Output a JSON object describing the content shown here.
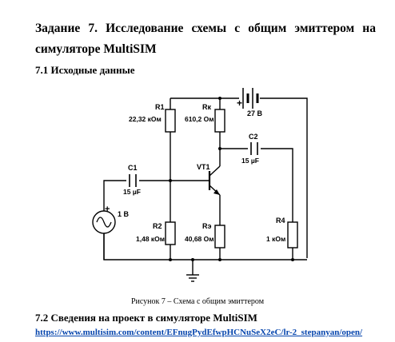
{
  "heading_line1": "Задание 7. Исследование схемы с общим эмиттером на",
  "heading_line2": "симуляторе MultiSIM",
  "section1": "7.1 Исходные данные",
  "circuit": {
    "battery_label": "27 В",
    "battery_plus": "+",
    "r1_name": "R1",
    "r1_value": "22,32 кОм",
    "rk_name": "Rк",
    "rk_value": "610,2 Ом",
    "c2_name": "C2",
    "c2_value": "15 µF",
    "c1_name": "C1",
    "c1_value": "15 µF",
    "vt1_name": "VT1",
    "source_value": "1 В",
    "source_plus": "+",
    "r2_name": "R2",
    "r2_value": "1,48 кОм",
    "re_name": "Rэ",
    "re_value": "40,68 Ом",
    "r4_name": "R4",
    "r4_value": "1 кОм"
  },
  "caption": "Рисунок 7 – Схема с общим эмиттером",
  "section2": "7.2 Сведения на проект в симуляторе MultiSIM",
  "link": "https://www.multisim.com/content/EFnugPydEfwpHCNuSeX2eC/lr-2_stepanyan/open/"
}
